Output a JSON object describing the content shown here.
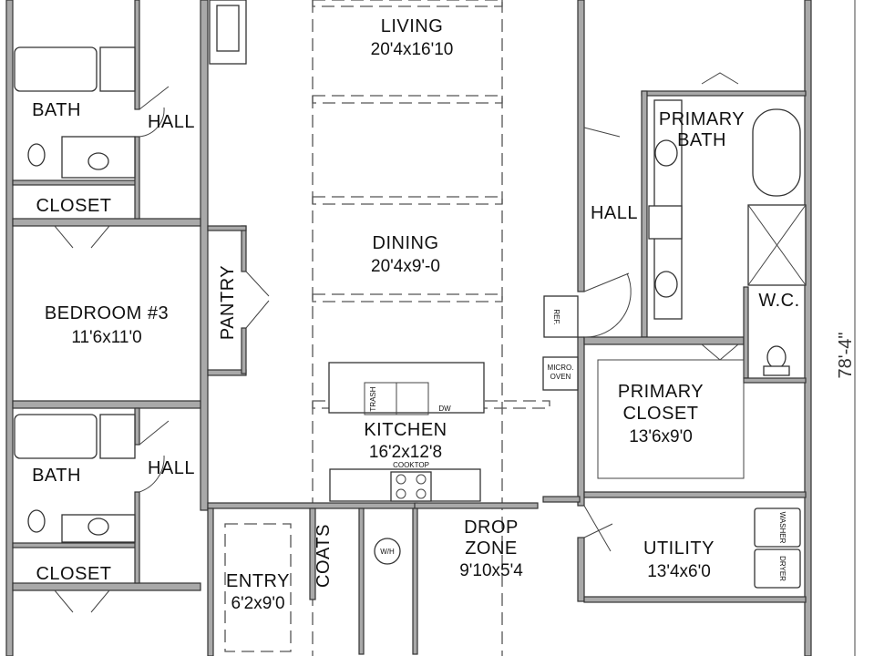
{
  "rooms": {
    "living": {
      "name": "LIVING",
      "size": "20'4x16'10"
    },
    "dining": {
      "name": "DINING",
      "size": "20'4x9'-0"
    },
    "kitchen": {
      "name": "KITCHEN",
      "size": "16'2x12'8"
    },
    "bath_upper": {
      "name": "BATH"
    },
    "hall_upper": {
      "name": "HALL"
    },
    "closet_upper": {
      "name": "CLOSET"
    },
    "bedroom3": {
      "name": "BEDROOM #3",
      "size": "11'6x11'0"
    },
    "pantry": {
      "name": "PANTRY"
    },
    "bath_lower": {
      "name": "BATH"
    },
    "hall_lower": {
      "name": "HALL"
    },
    "closet_lower": {
      "name": "CLOSET"
    },
    "entry": {
      "name": "ENTRY",
      "size": "6'2x9'0"
    },
    "coats": {
      "name": "COATS"
    },
    "drop_zone": {
      "name1": "DROP",
      "name2": "ZONE",
      "size": "9'10x5'4"
    },
    "utility": {
      "name": "UTILITY",
      "size": "13'4x6'0"
    },
    "primary_bath": {
      "name1": "PRIMARY",
      "name2": "BATH"
    },
    "hall_right": {
      "name": "HALL"
    },
    "wc": {
      "name": "W.C."
    },
    "primary_closet": {
      "name1": "PRIMARY",
      "name2": "CLOSET",
      "size": "13'6x9'0"
    }
  },
  "fixtures": {
    "trash": "TRASH",
    "dw": "DW",
    "cooktop": "COOKTOP",
    "ref": "REF.",
    "micro1": "MICRO.",
    "micro2": "OVEN",
    "wh": "W/H",
    "washer": "WASHER",
    "dryer": "DRYER"
  },
  "dimension": {
    "overall_depth": "78'-4\""
  }
}
